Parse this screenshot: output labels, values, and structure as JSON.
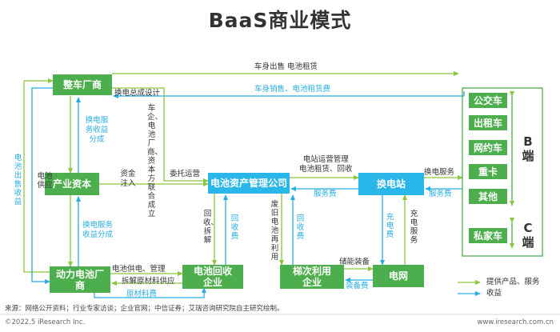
{
  "title": "BaaS商业模式",
  "nodes": {
    "vehicle_maker": "整车厂商",
    "industrial_capital": "产业资本",
    "power_battery_maker": "动力电池厂商",
    "battery_asset_mgmt": "电池资产管理公司",
    "swap_station": "换电站",
    "battery_recycling": "电池回收企业",
    "cascade_utilization": "梯次利用企业",
    "power_grid": "电网"
  },
  "b_side": {
    "label": "B端",
    "items": [
      "公交车",
      "出租车",
      "网约车",
      "重卡",
      "其他"
    ]
  },
  "c_side": {
    "label": "C端",
    "items": [
      "私家车"
    ]
  },
  "flows": {
    "vehicle_sale_rent": "车身出售    电池租赁",
    "vehicle_sale_rent_fee": "车身销售、电池租赁费",
    "swap_design": "换电总成设计",
    "joint_venture": "车企、电池厂商、资本方联合成立",
    "battery_sale_revenue": "电池出售收益",
    "battery_supply": "电池供应",
    "swap_service_share_1": "换电服务收益分成",
    "swap_service_share_2": "换电服务收益分成",
    "capital_injection": "资金注入",
    "entrusted_operation": "委托运营",
    "station_mgmt": "电站运营管理\n电池租赁、回收",
    "service_fee_1": "服务费",
    "swap_service": "换电服务",
    "service_fee_2": "服务费",
    "recycle_dismantle": "回收、拆解",
    "recycle_fee": "回收费",
    "waste_reuse": "废旧电池再利用",
    "recycle_fee_2": "回收费",
    "charging_fee": "充电费",
    "charging_service": "充电服务",
    "battery_supply_mgmt": "电池供电、管理",
    "dismantle_material": "拆解原材料供应",
    "material_fee": "原材料费",
    "storage_equipment": "储能装备",
    "equipment_fee": "装备费"
  },
  "legend": {
    "products_services": "提供产品、服务",
    "revenue": "收益"
  },
  "footer": {
    "source": "来源：网络公开资料；行业专家访谈；企业官网；中信证券；艾瑞咨询研究院自主研究绘制。",
    "copyright": "©2022.5 iResearch Inc.",
    "website": "www.iresearch.com.cn"
  },
  "colors": {
    "green": "#4cae4c",
    "cyan": "#29b6e8",
    "green_arrow": "#8cc63f",
    "blue_arrow": "#27aee0"
  }
}
